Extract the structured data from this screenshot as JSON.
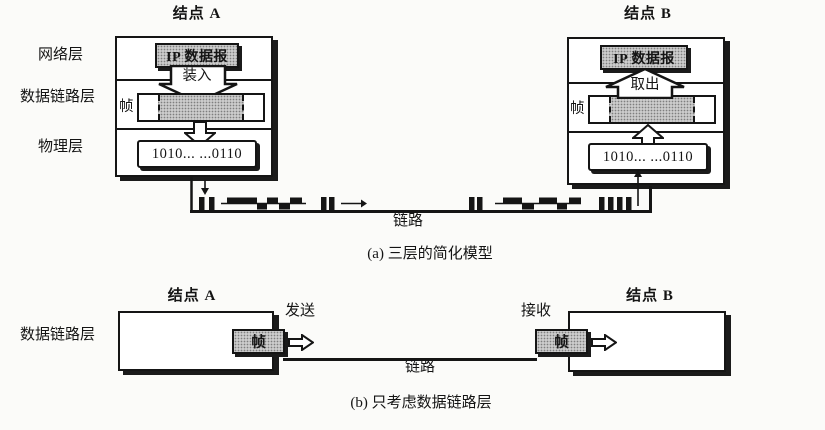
{
  "part_a": {
    "caption": "(a) 三层的简化模型",
    "link_label": "链路",
    "layers": {
      "network": "网络层",
      "datalink": "数据链路层",
      "physical": "物理层"
    },
    "node_a": {
      "title": "结点 A",
      "ip_datagram_label": "IP 数据报",
      "action_label": "装入",
      "frame_label": "帧",
      "bits_text": "1010... ...0110"
    },
    "node_b": {
      "title": "结点 B",
      "ip_datagram_label": "IP 数据报",
      "action_label": "取出",
      "frame_label": "帧",
      "bits_text": "1010... ...0110"
    }
  },
  "part_b": {
    "caption": "(b) 只考虑数据链路层",
    "link_label": "链路",
    "layer_label": "数据链路层",
    "node_a": {
      "title": "结点 A",
      "frame_label": "帧",
      "action_label": "发送"
    },
    "node_b": {
      "title": "结点 B",
      "frame_label": "帧",
      "action_label": "接收"
    }
  },
  "colors": {
    "shaded_fill": "#cbcbcb",
    "line": "#151515",
    "background": "#fbfbf9"
  }
}
